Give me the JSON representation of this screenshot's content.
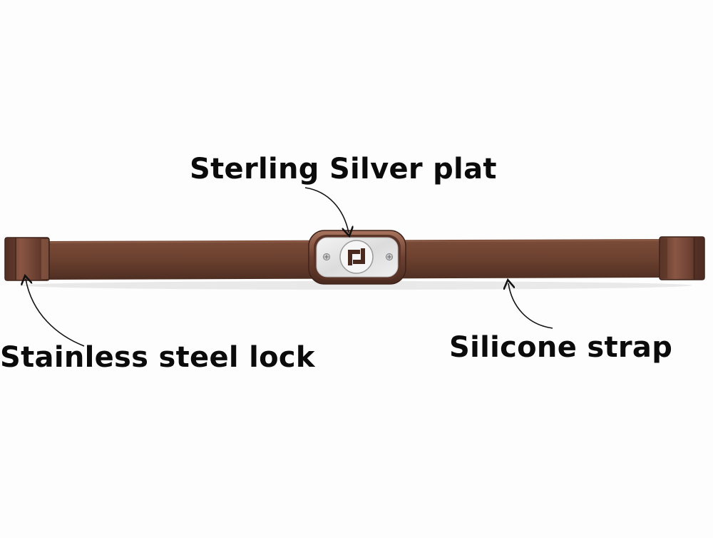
{
  "labels": {
    "plate": "Sterling Silver plat",
    "lock": "Stainless steel lock",
    "strap": "Silicone strap"
  },
  "colors": {
    "background": "#fdfdfd",
    "strap": "#6e4230",
    "strap_dark": "#4a2a1e",
    "bronze": "#7a4a38",
    "silver_plate": "#e6e6e6",
    "text": "#0b0b0b"
  },
  "icons": {
    "plate_emblem": "spiral-logo-icon",
    "screw": "screw-icon"
  }
}
